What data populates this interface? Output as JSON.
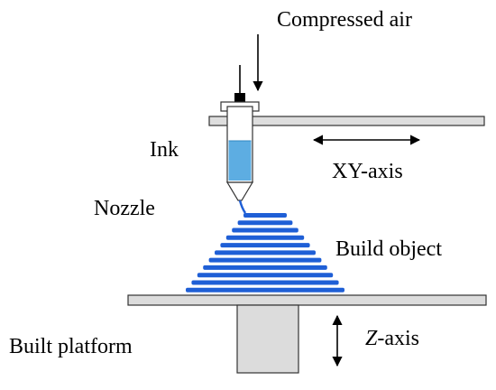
{
  "labels": {
    "compressed_air": "Compressed air",
    "ink": "Ink",
    "xy_axis": "XY-axis",
    "nozzle": "Nozzle",
    "build_object": "Build object",
    "built_platform": "Built platform",
    "z_axis_italic": "Z",
    "z_axis_suffix": "-axis"
  },
  "colors": {
    "ink_fill": "#5dade2",
    "layer_blue": "#1f5fd6",
    "gantry_fill": "#dedede",
    "platform_fill": "#dcdcdc",
    "outline": "#333333"
  },
  "build_object": {
    "layer_count": 11
  }
}
